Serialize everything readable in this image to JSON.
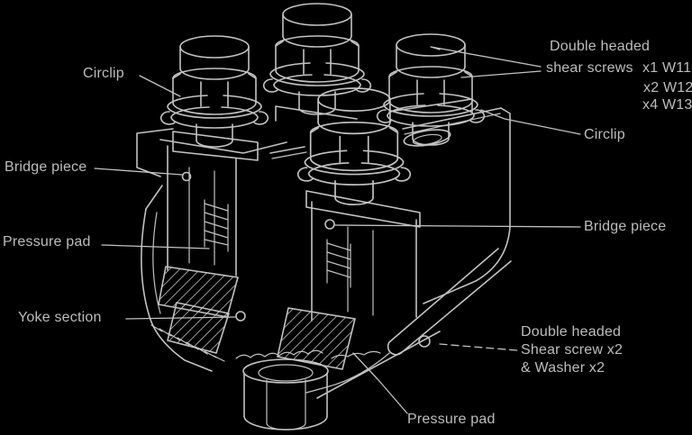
{
  "figure": {
    "title": "Isometric cutaway line drawing of a double-headed shear-screw cable clamp assembly",
    "colors": {
      "background": "#000000",
      "line": "#c2c2c2",
      "text": "#bdbdbd"
    },
    "labels": {
      "circlip_left": "Circlip",
      "circlip_right": "Circlip",
      "bridge_piece_left": "Bridge piece",
      "bridge_piece_right": "Bridge piece",
      "pressure_pad_left": "Pressure pad",
      "pressure_pad_bottom": "Pressure pad",
      "yoke_section": "Yoke section",
      "shear_screws_top": {
        "line1": "Double headed",
        "line2": "shear screws",
        "qty_w11": "x1 W11",
        "qty_w12": "x2 W12",
        "qty_w13": "x4 W13"
      },
      "shear_screw_bottom": {
        "line1": "Double headed",
        "line2": "Shear screw x2",
        "line3": "& Washer x2"
      }
    }
  }
}
